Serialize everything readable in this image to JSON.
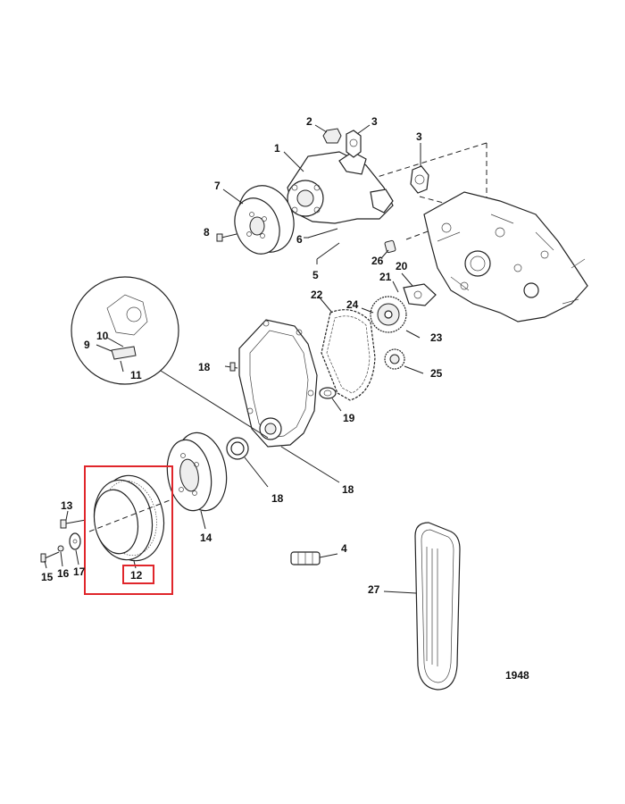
{
  "diagram": {
    "callouts": {
      "c1": "1",
      "c2": "2",
      "c3a": "3",
      "c3b": "3",
      "c4": "4",
      "c5": "5",
      "c6": "6",
      "c7": "7",
      "c8": "8",
      "c9": "9",
      "c10": "10",
      "c11": "11",
      "c12": "12",
      "c13": "13",
      "c14": "14",
      "c15": "15",
      "c16": "16",
      "c17": "17",
      "c18a": "18",
      "c18b": "18",
      "c18c": "18",
      "c19": "19",
      "c20": "20",
      "c21": "21",
      "c22": "22",
      "c23": "23",
      "c24": "24",
      "c25": "25",
      "c26": "26",
      "c27": "27"
    },
    "figure_code": "1948",
    "highlight_color": "#e0262b"
  }
}
